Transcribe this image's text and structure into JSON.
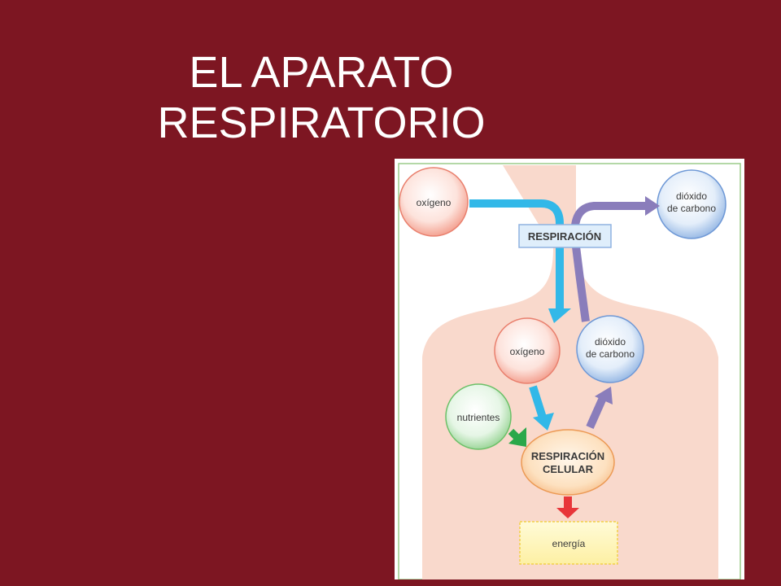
{
  "slide": {
    "title_line1": "EL APARATO",
    "title_line2": "RESPIRATORIO"
  },
  "diagram": {
    "top_oxygen": "oxígeno",
    "top_co2_line1": "dióxido",
    "top_co2_line2": "de carbono",
    "respiration": "RESPIRACIÓN",
    "mid_oxygen": "oxígeno",
    "mid_co2_line1": "dióxido",
    "mid_co2_line2": "de carbono",
    "nutrients": "nutrientes",
    "cellular_line1": "RESPIRACIÓN",
    "cellular_line2": "CELULAR",
    "energy": "energía"
  },
  "colors": {
    "background": "#7d1622",
    "skin": "#f9d9cc",
    "frame": "#9ccc8a",
    "oxygen_arrow": "#32b8e8",
    "co2_arrow": "#8a7dbb",
    "nutrient_arrow": "#2aa84a",
    "energy_arrow": "#e8363a"
  }
}
